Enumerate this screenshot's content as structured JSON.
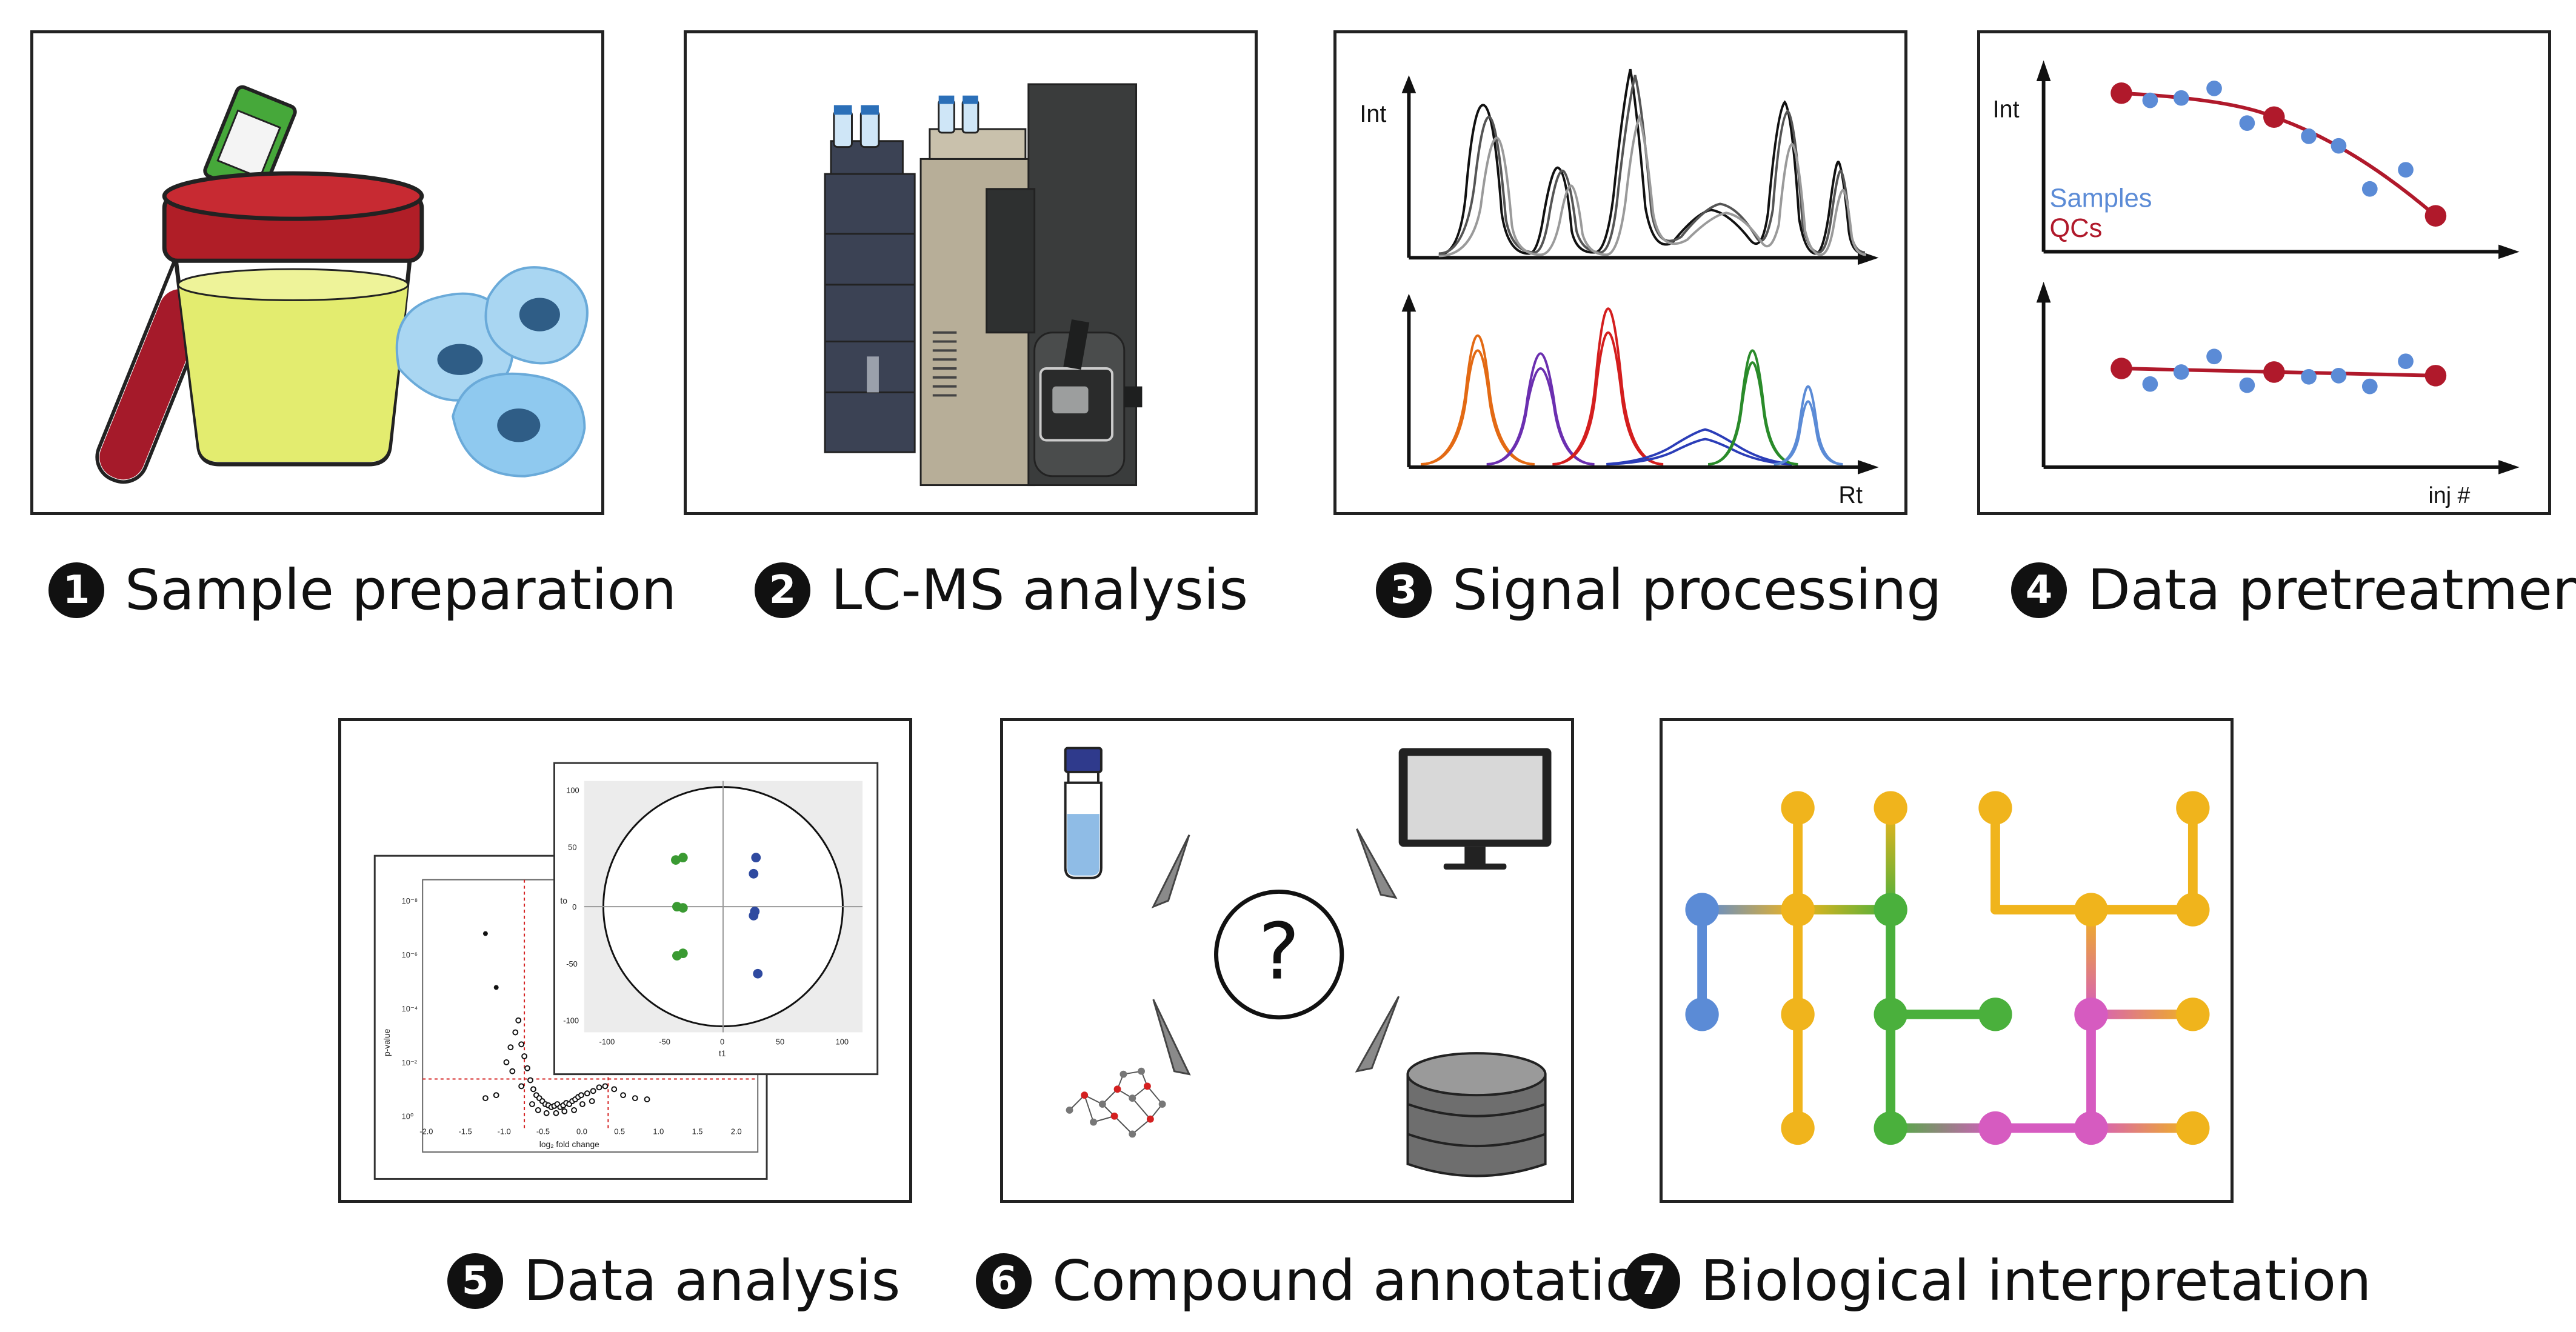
{
  "steps": [
    {
      "number": "1",
      "label": "Sample preparation"
    },
    {
      "number": "2",
      "label": "LC-MS analysis"
    },
    {
      "number": "3",
      "label": "Signal processing"
    },
    {
      "number": "4",
      "label": "Data pretreatment"
    },
    {
      "number": "5",
      "label": "Data analysis"
    },
    {
      "number": "6",
      "label": "Compound annotation"
    },
    {
      "number": "7",
      "label": "Biological interpretation"
    }
  ],
  "signal_processing": {
    "y_axis": "Int",
    "x_axis": "Rt"
  },
  "data_pretreatment": {
    "y_axis": "Int",
    "x_axis": "inj #",
    "legend": {
      "samples": "Samples",
      "qcs": "QCs"
    },
    "colors": {
      "samples": "#5b8bd6",
      "qcs": "#b0192b"
    }
  },
  "data_analysis": {
    "volcano": {
      "y_label": "p-value",
      "x_label": "log₂ fold change",
      "y_ticks": [
        "10⁻⁸",
        "10⁻⁶",
        "10⁻⁴",
        "10⁻²",
        "10⁰"
      ],
      "x_ticks": [
        "-2.0",
        "-1.5",
        "-1.0",
        "-0.5",
        "0.0",
        "0.5",
        "1.0",
        "1.5",
        "2.0"
      ]
    },
    "pca": {
      "y_label": "to",
      "x_label": "t1",
      "y_ticks": [
        "100",
        "50",
        "0",
        "-50",
        "-100"
      ],
      "x_ticks": [
        "-100",
        "-50",
        "0",
        "50",
        "100"
      ]
    }
  },
  "compound_annotation": {
    "symbol": "?"
  },
  "colors": {
    "panel_border": "#222222",
    "pathway_blue": "#5b8bd6",
    "pathway_yellow": "#f0b41c",
    "pathway_green": "#4ab03c",
    "pathway_pink": "#d65bc0"
  }
}
